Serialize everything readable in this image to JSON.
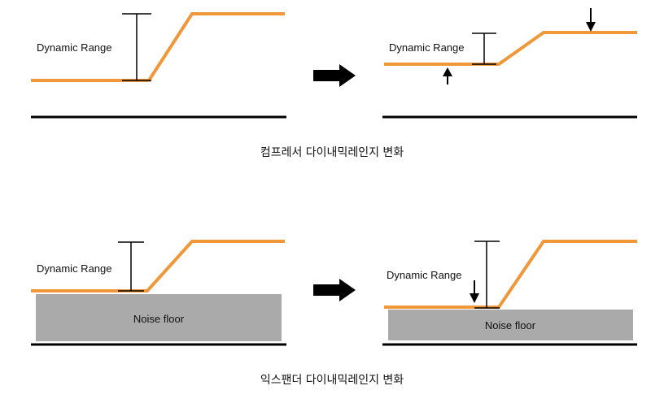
{
  "colors": {
    "signal": "#f0973a",
    "noise_floor_fill": "#aaaaaa",
    "ink": "#000000"
  },
  "top_row": {
    "left_panel": {
      "label": "Dynamic Range"
    },
    "right_panel": {
      "label": "Dynamic Range"
    },
    "caption": "컴프레서 다이내믹레인지 변화"
  },
  "bottom_row": {
    "left_panel": {
      "label": "Dynamic Range",
      "noise_label": "Noise floor"
    },
    "right_panel": {
      "label": "Dynamic Range",
      "noise_label": "Noise floor"
    },
    "caption": "익스팬더 다이내믹레인지 변화"
  },
  "icons": [
    "right-arrow-icon",
    "down-arrow-icon",
    "up-arrow-icon"
  ]
}
